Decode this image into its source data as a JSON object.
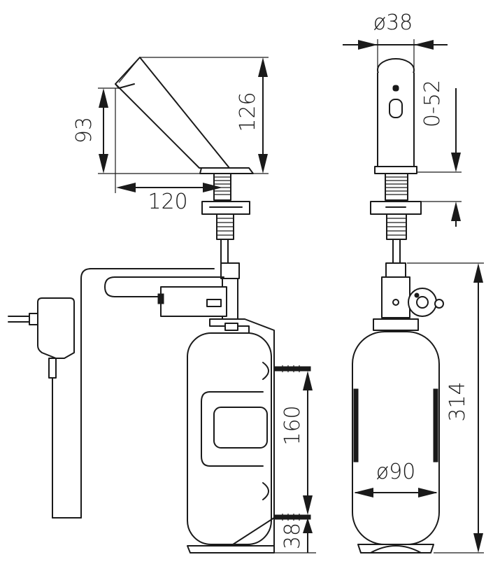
{
  "dimensions": {
    "spout_height": "93",
    "overall_height": "126",
    "spout_reach": "120",
    "spout_diameter": "ø38",
    "deck_thickness": "0-52",
    "tank_mount_spacing": "160",
    "tank_mount_offset": "38",
    "total_height": "314",
    "tank_diameter": "ø90"
  }
}
